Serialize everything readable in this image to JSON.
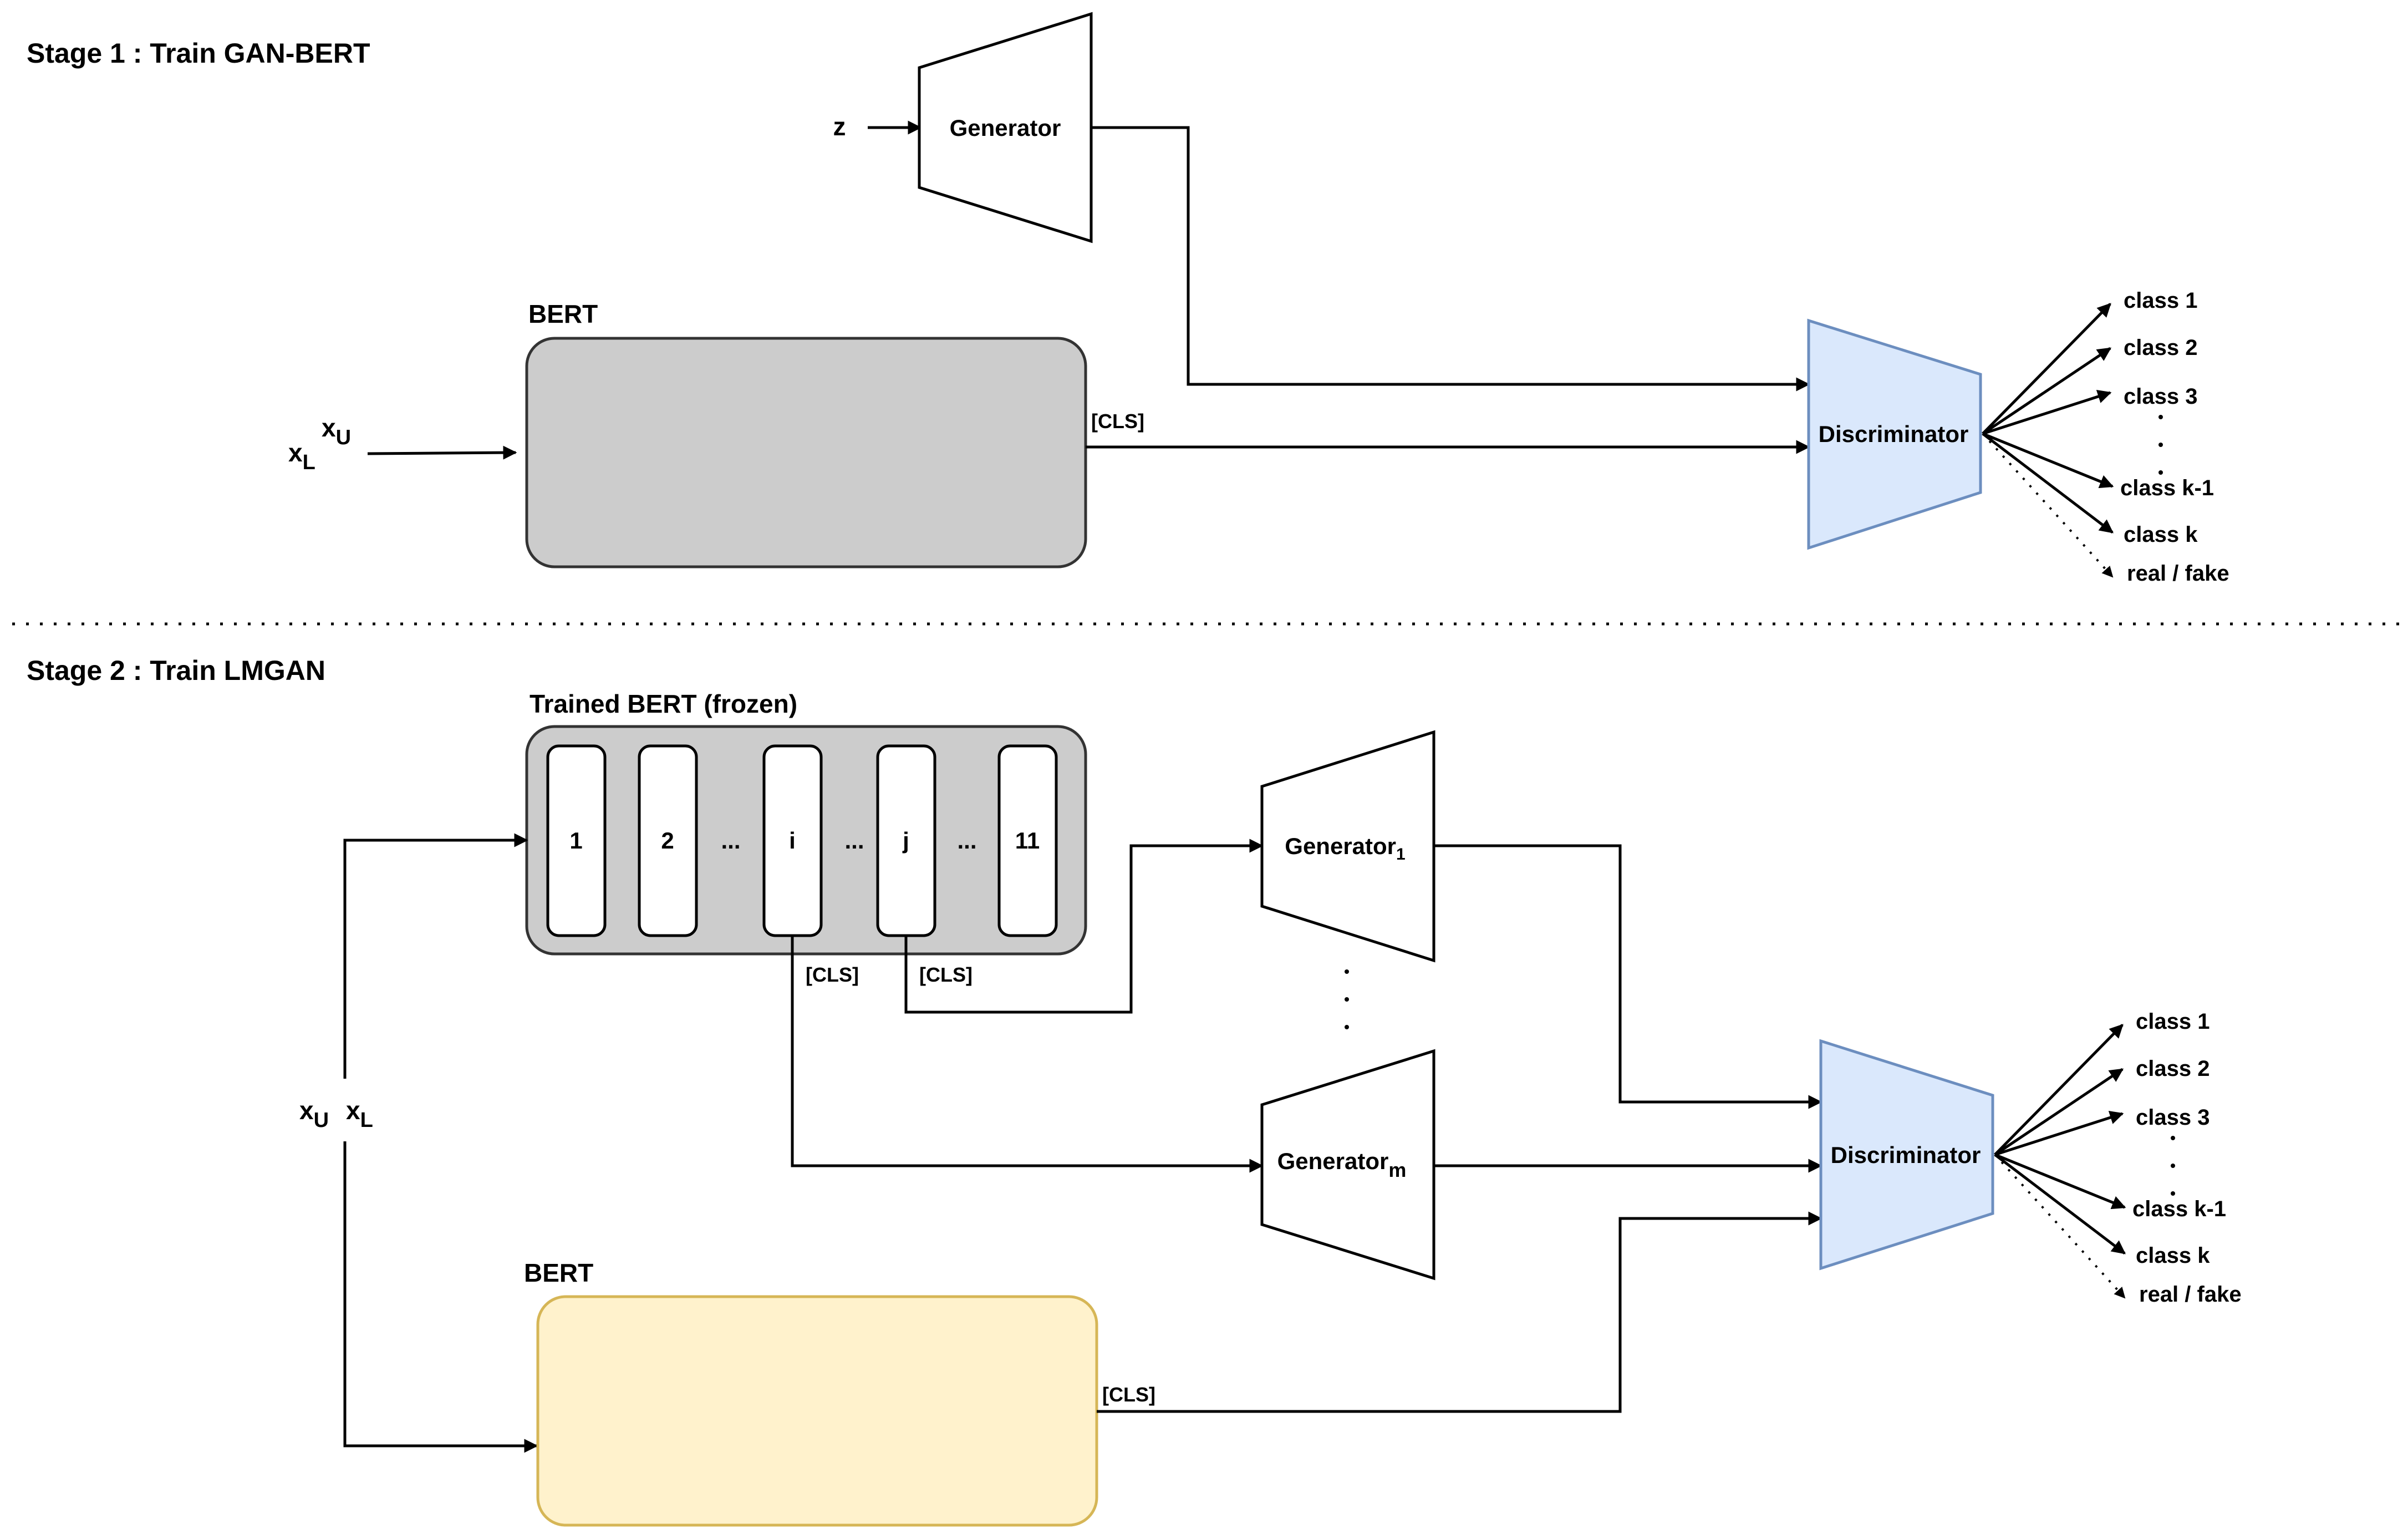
{
  "stage1": {
    "title": "Stage 1 : Train GAN-BERT",
    "noise_input": "z",
    "generator_label": "Generator",
    "bert_label": "BERT",
    "input_l": {
      "base": "x",
      "sub": "L"
    },
    "input_u": {
      "base": "x",
      "sub": "U"
    },
    "cls_label": "[CLS]",
    "discriminator_label": "Discriminator",
    "outputs": [
      "class 1",
      "class 2",
      "class 3",
      "class k-1",
      "class k",
      "real / fake"
    ]
  },
  "stage2": {
    "title": "Stage 2 : Train LMGAN",
    "frozen_bert_label": "Trained BERT (frozen)",
    "layers": [
      "1",
      "2",
      "...",
      "i",
      "...",
      "j",
      "...",
      "11"
    ],
    "cls_i": "[CLS]",
    "cls_j": "[CLS]",
    "generator_1": {
      "base": "Generator",
      "sub": "1"
    },
    "generator_m": {
      "base": "Generator",
      "sub": "m"
    },
    "bert_label": "BERT",
    "input_u": {
      "base": "x",
      "sub": "U"
    },
    "input_l": {
      "base": "x",
      "sub": "L"
    },
    "cls_label": "[CLS]",
    "discriminator_label": "Discriminator",
    "outputs": [
      "class 1",
      "class 2",
      "class 3",
      "class k-1",
      "class k",
      "real / fake"
    ]
  },
  "colors": {
    "bert_frozen_fill": "#cccccc",
    "bert_trainable_fill": "#fff2cc",
    "bert_trainable_stroke": "#d6b656",
    "discriminator_fill": "#dae8fc",
    "discriminator_stroke": "#6c8ebf"
  }
}
